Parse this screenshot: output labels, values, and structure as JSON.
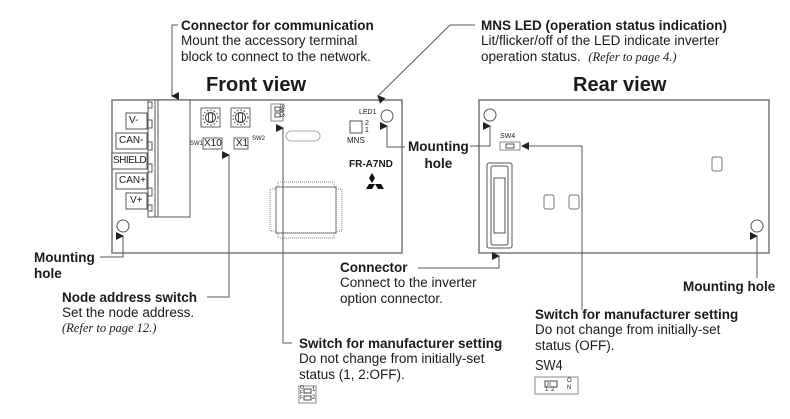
{
  "front_view": {
    "title": "Front view",
    "terminals": [
      "V-",
      "CAN-",
      "SHIELD",
      "CAN+",
      "V+"
    ],
    "rotary_switches": [
      {
        "id": "SW1",
        "label": "X10"
      },
      {
        "id": "SW2",
        "label": "X1"
      }
    ],
    "dip_switch_id": "SW3",
    "led_label": "LED1",
    "led_positions": [
      "2",
      "1"
    ],
    "led_name": "MNS",
    "model": "FR-A7ND"
  },
  "rear_view": {
    "title": "Rear view",
    "dip_switch_id": "SW4"
  },
  "callouts": {
    "connector_comm": {
      "title": "Connector for communication",
      "lines": [
        "Mount the accessory terminal",
        "block to connect to the network."
      ]
    },
    "mns_led": {
      "title": "MNS LED (operation status indication)",
      "lines": [
        "Lit/flicker/off of the LED indicate inverter",
        "operation status."
      ],
      "ref": "(Refer to page 4.)"
    },
    "mounting_hole_front_left": {
      "lines": [
        "Mounting",
        "hole"
      ]
    },
    "mounting_hole_front_right": {
      "lines": [
        "Mounting",
        "hole"
      ]
    },
    "mounting_hole_rear": {
      "title": "Mounting hole"
    },
    "node_address": {
      "title": "Node address switch",
      "lines": [
        "Set the node address."
      ],
      "ref": "(Refer to page 12.)"
    },
    "connector": {
      "title": "Connector",
      "lines": [
        "Connect to the inverter",
        "option connector."
      ]
    },
    "mfr_switch_front": {
      "title": "Switch for manufacturer setting",
      "lines": [
        "Do not change from initially-set",
        "status (1, 2:OFF)."
      ],
      "icon_labels": {
        "state": "OFF",
        "positions": [
          "1",
          "2"
        ]
      }
    },
    "mfr_switch_rear": {
      "title": "Switch for manufacturer setting",
      "lines": [
        "Do not change from initially-set",
        "status (OFF)."
      ],
      "switch_name": "SW4",
      "icon_labels": {
        "state": "ON",
        "positions": [
          "1",
          "2"
        ]
      }
    }
  }
}
